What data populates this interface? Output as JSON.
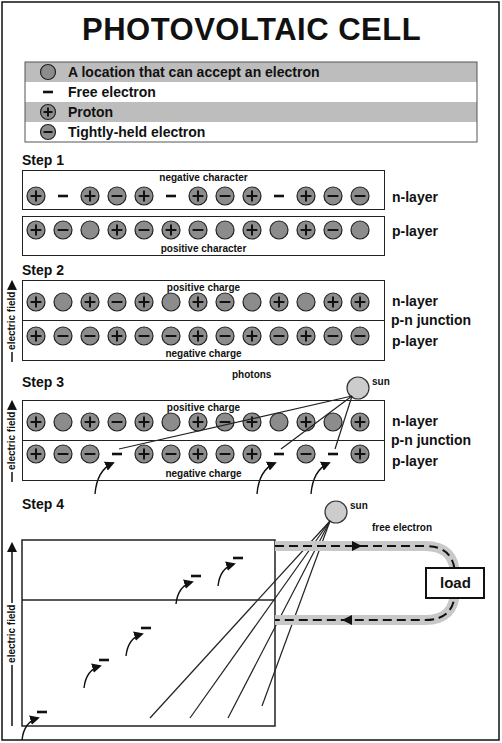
{
  "diagram": {
    "title": "PHOTOVOLTAIC CELL",
    "nodes": [
      {
        "text": [
          "negative character",
          "n-layer"
        ]
      },
      {
        "text": [
          "positive character",
          "p-layer"
        ]
      },
      {
        "text": [
          "positive charge",
          "n-layer"
        ]
      },
      {
        "text": [
          "negative charge",
          "p-layer"
        ]
      },
      {
        "text": [
          "positive charge",
          "n-layer"
        ]
      },
      {
        "text": [
          "negative charge",
          "p-layer"
        ]
      },
      {
        "text": [
          "load"
        ]
      }
    ],
    "labels": [
      "Step 1",
      "Step 2",
      "electric field",
      "p-n junction",
      "Step 3",
      "photons",
      "sun",
      "electric field",
      "p-n junction",
      "Step 4",
      "sun",
      "free electron",
      "electric field"
    ],
    "legend": [
      {
        "text": "A location that can accept an electron"
      },
      {
        "text": "Free electron"
      },
      {
        "text": "Proton"
      },
      {
        "text": "Tightly-held electron"
      }
    ]
  }
}
